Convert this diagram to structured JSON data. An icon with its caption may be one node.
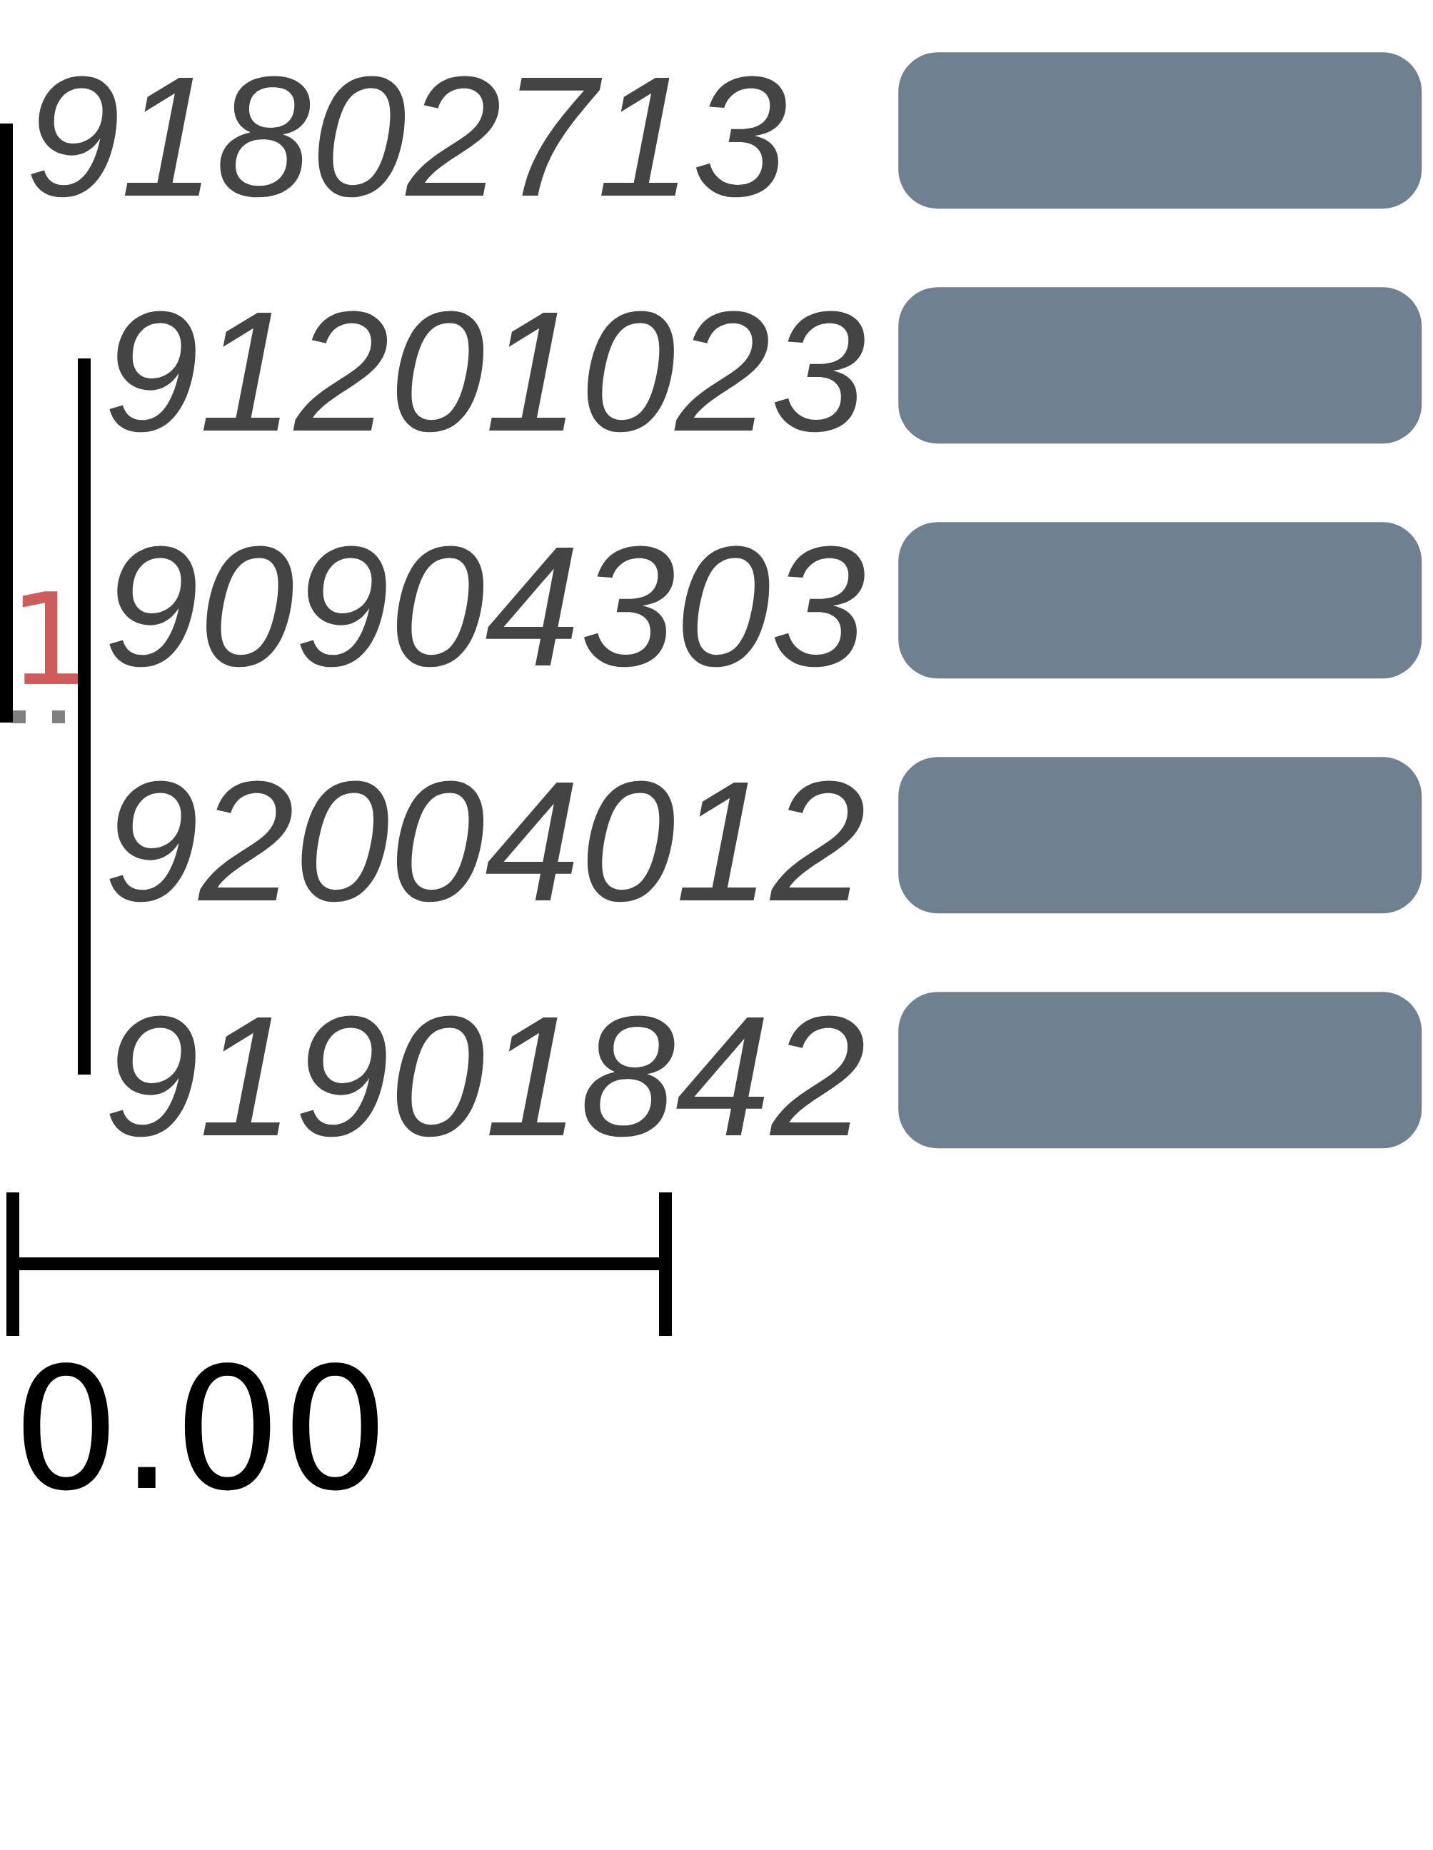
{
  "diagram": {
    "nodes": [
      {
        "text": [],
        "shape": "bar"
      },
      {
        "text": [],
        "shape": "bar"
      },
      {
        "text": [],
        "shape": "bar"
      },
      {
        "text": [],
        "shape": "bar"
      },
      {
        "text": [],
        "shape": "bar"
      }
    ],
    "labels": [
      "91802713",
      "91201023",
      "90904303",
      "1",
      "92004012",
      "91901842",
      "0.00"
    ]
  }
}
